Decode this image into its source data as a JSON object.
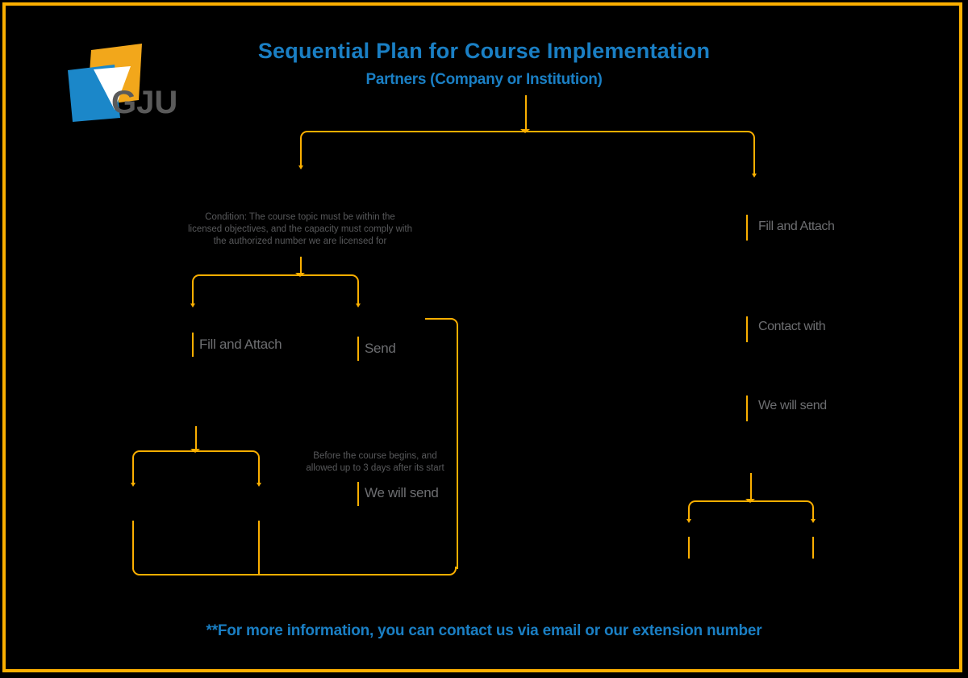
{
  "page": {
    "background_color": "#000000",
    "frame_color": "#FBAF00",
    "accent_orange": "#FBAF00",
    "accent_blue": "#1a7fc4",
    "label_gray": "#6d6e71"
  },
  "logo": {
    "name": "gju-logo",
    "text": "GJU",
    "orange": "#F2A71B",
    "blue": "#1B87C9",
    "white": "#FFFFFF",
    "text_color": "#5a5a5a"
  },
  "header": {
    "title": "Sequential Plan for Course Implementation",
    "subtitle": "Partners (Company or Institution)"
  },
  "footer": {
    "note": "**For more information, you can contact us via email or our extension number"
  },
  "notes": {
    "condition": "Condition: The course topic must be within the licensed objectives, and the capacity must comply with the authorized number we are licensed for",
    "condition_line1": "Condition: The course topic must be within the",
    "condition_line2": "licensed objectives, and the capacity must comply with",
    "condition_line3": "the authorized number we are licensed for",
    "timing": "Before the course begins, and allowed up to 3 days after its start",
    "timing_line1": "Before the course begins, and",
    "timing_line2": "allowed up to 3 days after its start"
  },
  "left_branch": {
    "steps": [
      {
        "id": "fill-and-attach",
        "label": "Fill and Attach"
      },
      {
        "id": "send",
        "label": "Send"
      },
      {
        "id": "we-will-send",
        "label": "We will send"
      }
    ]
  },
  "right_branch": {
    "steps": [
      {
        "id": "fill-and-attach",
        "label": "Fill and Attach"
      },
      {
        "id": "contact-with",
        "label": "Contact with"
      },
      {
        "id": "we-will-send",
        "label": "We will send"
      }
    ]
  }
}
